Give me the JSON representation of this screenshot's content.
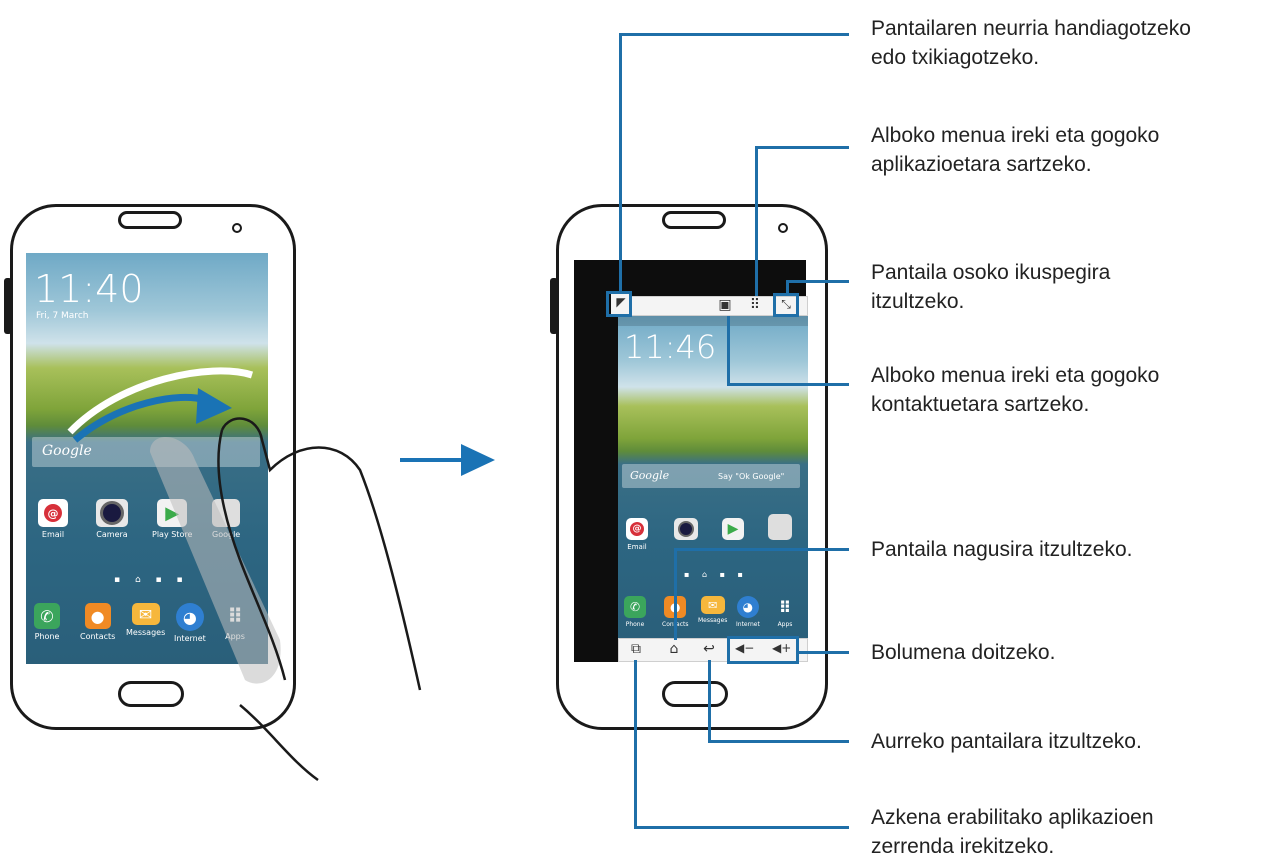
{
  "left_phone": {
    "clock": "11:40",
    "date": "Fri, 7 March",
    "search_label": "Google",
    "apps_row1": [
      "Email",
      "Camera",
      "Play Store",
      "Google"
    ],
    "apps_row2": [
      "Phone",
      "Contacts",
      "Messages",
      "Internet",
      "Apps"
    ]
  },
  "right_phone": {
    "clock": "11:46",
    "search_label": "Google",
    "search_hint": "Say \"Ok Google\"",
    "apps_row1": [
      "Email",
      "",
      "",
      ""
    ],
    "apps_row2": [
      "Phone",
      "Contacts",
      "Messages",
      "Internet",
      "Apps"
    ]
  },
  "annotations": {
    "resize": [
      "Pantailaren neurria handiagotzeko",
      "edo txikiagotzeko."
    ],
    "side_apps": [
      "Alboko menua ireki eta gogoko",
      "aplikazioetara sartzeko."
    ],
    "fullscreen": [
      "Pantaila osoko ikuspegira",
      "itzultzeko."
    ],
    "side_contacts": [
      "Alboko menua ireki eta gogoko",
      "kontaktuetara sartzeko."
    ],
    "home": [
      "Pantaila nagusira itzultzeko."
    ],
    "volume": [
      "Bolumena doitzeko."
    ],
    "back": [
      "Aurreko pantailara itzultzeko."
    ],
    "recent": [
      "Azkena erabilitako aplikazioen",
      "zerrenda irekitzeko."
    ]
  },
  "colors": {
    "callout_blue": "#1f6fa8",
    "arrow_blue": "#1a73b5",
    "outline": "#1a1a1a"
  },
  "icons": [
    "resize-icon",
    "contacts-icon",
    "apps-grid-icon",
    "fullscreen-icon",
    "recent-apps-icon",
    "home-icon",
    "back-icon",
    "volume-down-icon",
    "volume-up-icon"
  ]
}
